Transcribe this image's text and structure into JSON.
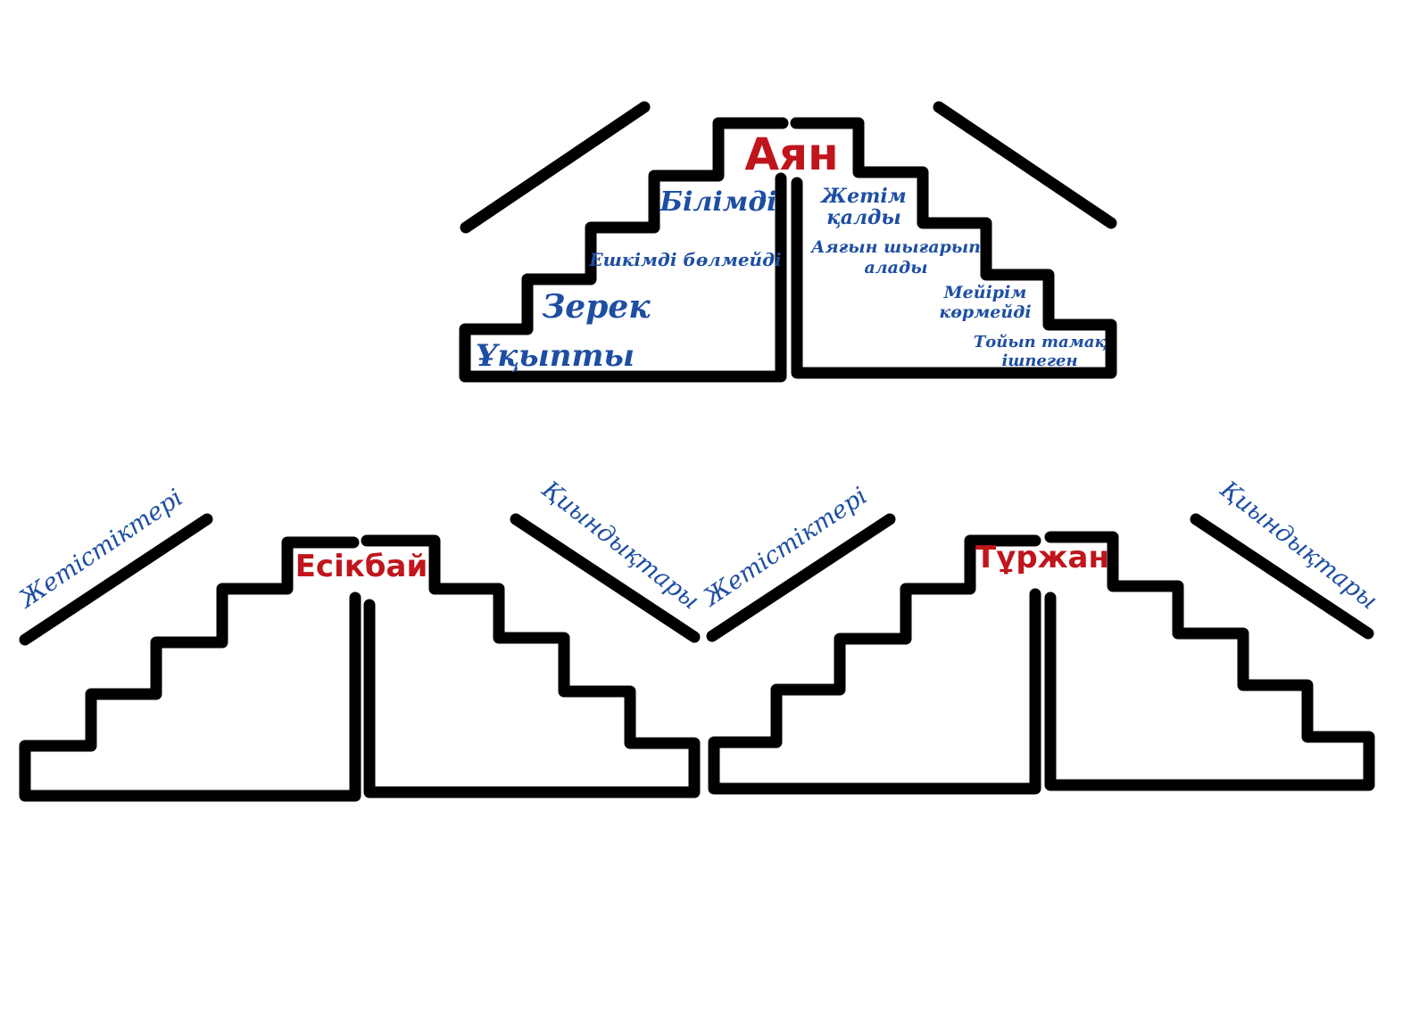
{
  "colors": {
    "name": "#c0151c",
    "text": "#1d4ea3",
    "line": "#000000"
  },
  "diagrams": [
    {
      "name": "Аян",
      "left_label": "",
      "right_label": "",
      "left_steps": [
        "Білімді",
        "Ешкімді бөлмейді",
        "Зерек",
        "Ұқыпты"
      ],
      "right_steps": [
        {
          "l1": "Жетім",
          "l2": "қалды"
        },
        {
          "l1": "Аяғын шығарып",
          "l2": "алады"
        },
        {
          "l1": "Мейірім",
          "l2": "көрмейді"
        },
        {
          "l1": "Тойып тамақ",
          "l2": "ішпеген"
        }
      ]
    },
    {
      "name": "Есікбай",
      "left_label": "Жетістіктері",
      "right_label": "Қиындықтары"
    },
    {
      "name": "Тұржан",
      "left_label": "Жетістіктері",
      "right_label": "Қиындықтары"
    }
  ]
}
